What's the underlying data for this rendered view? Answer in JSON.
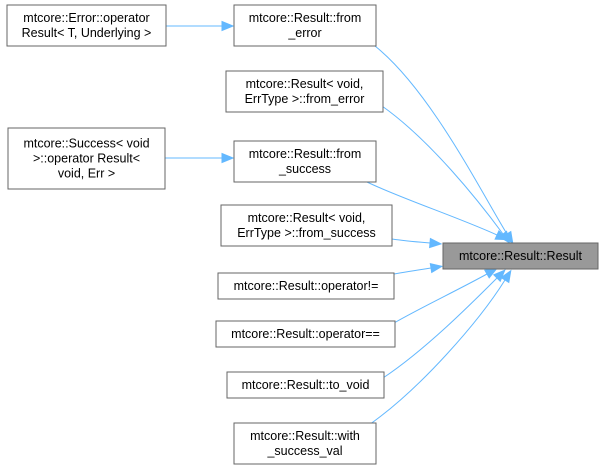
{
  "graph": {
    "target": {
      "id": "result",
      "lines": [
        "mtcore::Result::Result"
      ],
      "focus": true
    },
    "nodes": [
      {
        "id": "from_error",
        "lines": [
          "mtcore::Result::from",
          "_error"
        ]
      },
      {
        "id": "void_from_error",
        "lines": [
          "mtcore::Result< void,",
          "ErrType >::from_error"
        ]
      },
      {
        "id": "from_success",
        "lines": [
          "mtcore::Result::from",
          "_success"
        ]
      },
      {
        "id": "void_from_success",
        "lines": [
          "mtcore::Result< void,",
          "ErrType >::from_success"
        ]
      },
      {
        "id": "op_neq",
        "lines": [
          "mtcore::Result::operator!="
        ]
      },
      {
        "id": "op_eq",
        "lines": [
          "mtcore::Result::operator=="
        ]
      },
      {
        "id": "to_void",
        "lines": [
          "mtcore::Result::to_void"
        ]
      },
      {
        "id": "with_success_val",
        "lines": [
          "mtcore::Result::with",
          "_success_val"
        ]
      },
      {
        "id": "error_op",
        "lines": [
          "mtcore::Error::operator",
          "Result< T, Underlying >"
        ]
      },
      {
        "id": "success_op",
        "lines": [
          "mtcore::Success< void",
          ">::operator Result<",
          "void, Err >"
        ]
      }
    ],
    "edges": [
      {
        "from": "error_op",
        "to": "from_error"
      },
      {
        "from": "success_op",
        "to": "from_success"
      },
      {
        "from": "from_error",
        "to": "result"
      },
      {
        "from": "void_from_error",
        "to": "result"
      },
      {
        "from": "from_success",
        "to": "result"
      },
      {
        "from": "void_from_success",
        "to": "result"
      },
      {
        "from": "op_neq",
        "to": "result"
      },
      {
        "from": "op_eq",
        "to": "result"
      },
      {
        "from": "to_void",
        "to": "result"
      },
      {
        "from": "with_success_val",
        "to": "result"
      }
    ],
    "colors": {
      "edge": "#63b8ff",
      "node_border": "#666666",
      "focus_fill": "#999999"
    }
  }
}
